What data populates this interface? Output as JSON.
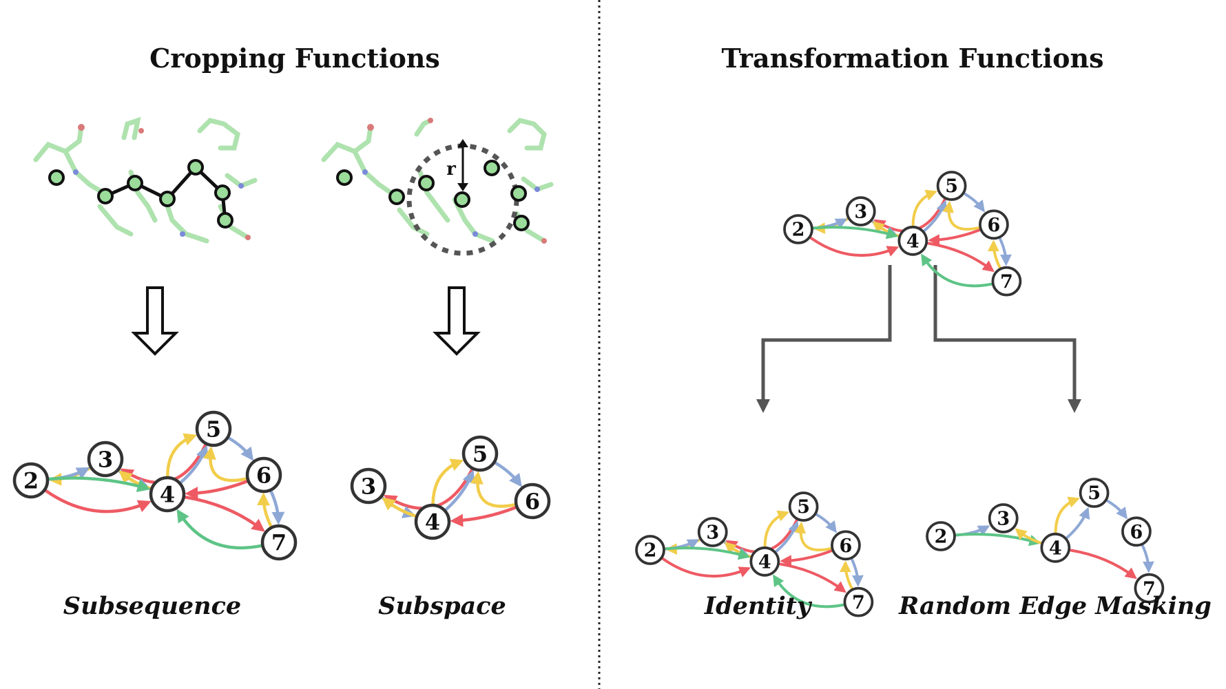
{
  "titles": {
    "left": "Cropping Functions",
    "right": "Transformation Functions"
  },
  "captions": {
    "subsequence": "Subsequence",
    "subspace": "Subspace",
    "identity": "Identity",
    "random_edge_masking": "Random Edge Masking"
  },
  "radius_label": "r",
  "colors": {
    "red": "#ee5a63",
    "yellow": "#f2cd4a",
    "green": "#5dc486",
    "blue": "#8ea8d6",
    "node_stroke": "#333333",
    "node_fill": "#ffffff",
    "residue_fill": "#9bdc9b",
    "divider": "#222222",
    "connector": "#555555"
  },
  "graphs": {
    "subsequence": {
      "nodes": [
        "2",
        "3",
        "4",
        "5",
        "6",
        "7"
      ],
      "edges": [
        {
          "from": "5",
          "to": "3",
          "color": "red"
        },
        {
          "from": "3",
          "to": "2",
          "color": "yellow"
        },
        {
          "from": "2",
          "to": "3",
          "color": "blue"
        },
        {
          "from": "3",
          "to": "4",
          "color": "blue"
        },
        {
          "from": "4",
          "to": "3",
          "color": "yellow"
        },
        {
          "from": "2",
          "to": "4",
          "color": "green"
        },
        {
          "from": "2",
          "to": "4",
          "color": "red"
        },
        {
          "from": "4",
          "to": "5",
          "color": "yellow"
        },
        {
          "from": "4",
          "to": "5",
          "color": "blue"
        },
        {
          "from": "5",
          "to": "6",
          "color": "blue"
        },
        {
          "from": "6",
          "to": "5",
          "color": "yellow"
        },
        {
          "from": "6",
          "to": "4",
          "color": "red"
        },
        {
          "from": "6",
          "to": "7",
          "color": "blue"
        },
        {
          "from": "7",
          "to": "6",
          "color": "yellow"
        },
        {
          "from": "4",
          "to": "7",
          "color": "red"
        },
        {
          "from": "7",
          "to": "4",
          "color": "green"
        }
      ]
    },
    "subspace": {
      "nodes": [
        "3",
        "4",
        "5",
        "6"
      ],
      "edges": [
        {
          "from": "5",
          "to": "3",
          "color": "red"
        },
        {
          "from": "3",
          "to": "4",
          "color": "blue"
        },
        {
          "from": "4",
          "to": "3",
          "color": "yellow"
        },
        {
          "from": "4",
          "to": "5",
          "color": "yellow"
        },
        {
          "from": "4",
          "to": "5",
          "color": "blue"
        },
        {
          "from": "5",
          "to": "6",
          "color": "blue"
        },
        {
          "from": "6",
          "to": "5",
          "color": "yellow"
        },
        {
          "from": "6",
          "to": "4",
          "color": "red"
        }
      ]
    },
    "original": {
      "nodes": [
        "2",
        "3",
        "4",
        "5",
        "6",
        "7"
      ],
      "edges": "same as subsequence"
    },
    "identity": {
      "nodes": [
        "2",
        "3",
        "4",
        "5",
        "6",
        "7"
      ],
      "edges": "same as subsequence"
    },
    "random_edge_masking": {
      "nodes": [
        "2",
        "3",
        "4",
        "5",
        "6",
        "7"
      ],
      "edges": [
        {
          "from": "2",
          "to": "3",
          "color": "blue"
        },
        {
          "from": "2",
          "to": "4",
          "color": "green"
        },
        {
          "from": "4",
          "to": "3",
          "color": "yellow"
        },
        {
          "from": "4",
          "to": "5",
          "color": "yellow"
        },
        {
          "from": "4",
          "to": "5",
          "color": "blue"
        },
        {
          "from": "5",
          "to": "6",
          "color": "blue"
        },
        {
          "from": "6",
          "to": "7",
          "color": "blue"
        },
        {
          "from": "4",
          "to": "7",
          "color": "red"
        }
      ]
    }
  }
}
